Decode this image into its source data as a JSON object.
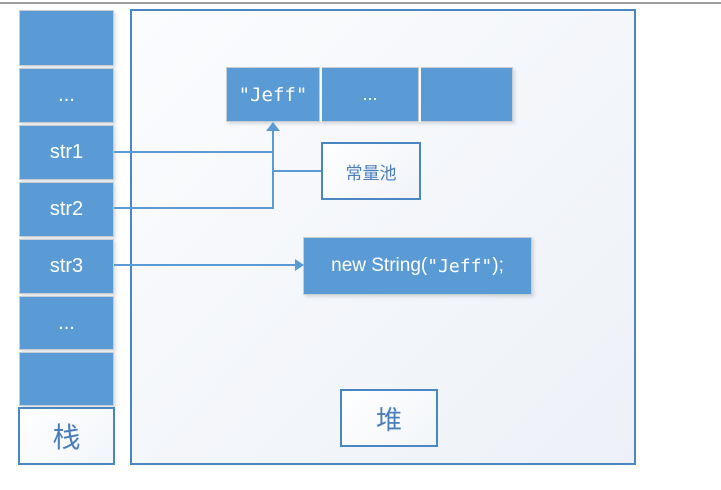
{
  "stack": {
    "label": "栈",
    "cells": [
      "",
      "...",
      "str1",
      "str2",
      "str3",
      "...",
      ""
    ]
  },
  "heap": {
    "label": "堆",
    "constant_pool": {
      "label": "常量池",
      "cells": [
        "\"Jeff\"",
        "...",
        ""
      ]
    },
    "new_string_object": {
      "prefix": "new String(",
      "literal": "\"Jeff\"",
      "suffix": ");"
    }
  },
  "colors": {
    "cell_blue": "#5b9bd5",
    "outline_blue": "#4a86c2",
    "label_blue": "#4a7ebb",
    "connector_blue": "#5b9bd5",
    "top_rule_gray": "#9e9e9e"
  }
}
